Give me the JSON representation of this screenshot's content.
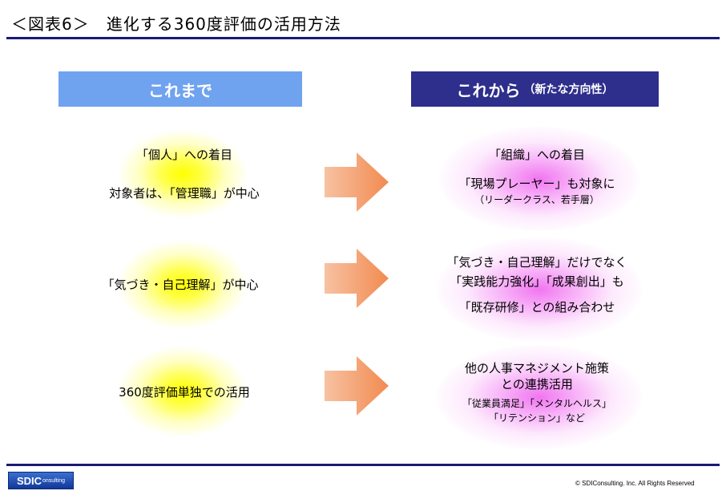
{
  "title": "＜図表6＞　進化する360度評価の活用方法",
  "headers": {
    "left": "これまで",
    "right_main": "これから",
    "right_sub": "（新たな方向性）"
  },
  "rows": [
    {
      "left": [
        "「個人」への着目",
        "対象者は、「管理職」が中心"
      ],
      "right": [
        "「組織」への着目",
        "「現場プレーヤー」も対象に",
        "（リーダークラス、若手層）"
      ]
    },
    {
      "left": [
        "「気づき・自己理解」が中心"
      ],
      "right": [
        "「気づき・自己理解」だけでなく",
        "「実践能力強化」「成果創出」も",
        "「既存研修」との組み合わせ"
      ]
    },
    {
      "left": [
        "360度評価単独での活用"
      ],
      "right": [
        "他の人事マネジメント施策",
        "との連携活用",
        "「従業員満足」「メンタルヘルス」",
        "「リテンション」など"
      ]
    }
  ],
  "footer": {
    "logo_main": "SDIC",
    "logo_sub": "onsulting",
    "copyright": "© SDIConsulting. Inc. All Rights Reserved"
  },
  "colors": {
    "header_left": "#6fa3f0",
    "header_right": "#2e2e8c",
    "arrow": "#f5a070",
    "glow_left": "#ffff00",
    "glow_right": "#f06ef0",
    "rule": "#1a1a78"
  }
}
